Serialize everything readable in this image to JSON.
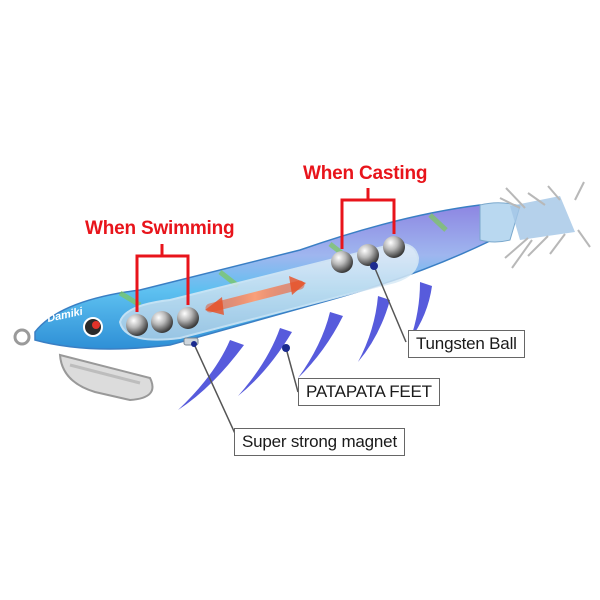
{
  "labels": {
    "when_swimming": "When Swimming",
    "when_casting": "When Casting"
  },
  "callouts": {
    "tungsten_ball": "Tungsten Ball",
    "patapata_feet": "PATAPATA FEET",
    "magnet": "Super strong magnet"
  },
  "colors": {
    "accent_red": "#e8141b",
    "body_blue": "#4fb8ee",
    "back_purple": "#9b8fe0"
  }
}
